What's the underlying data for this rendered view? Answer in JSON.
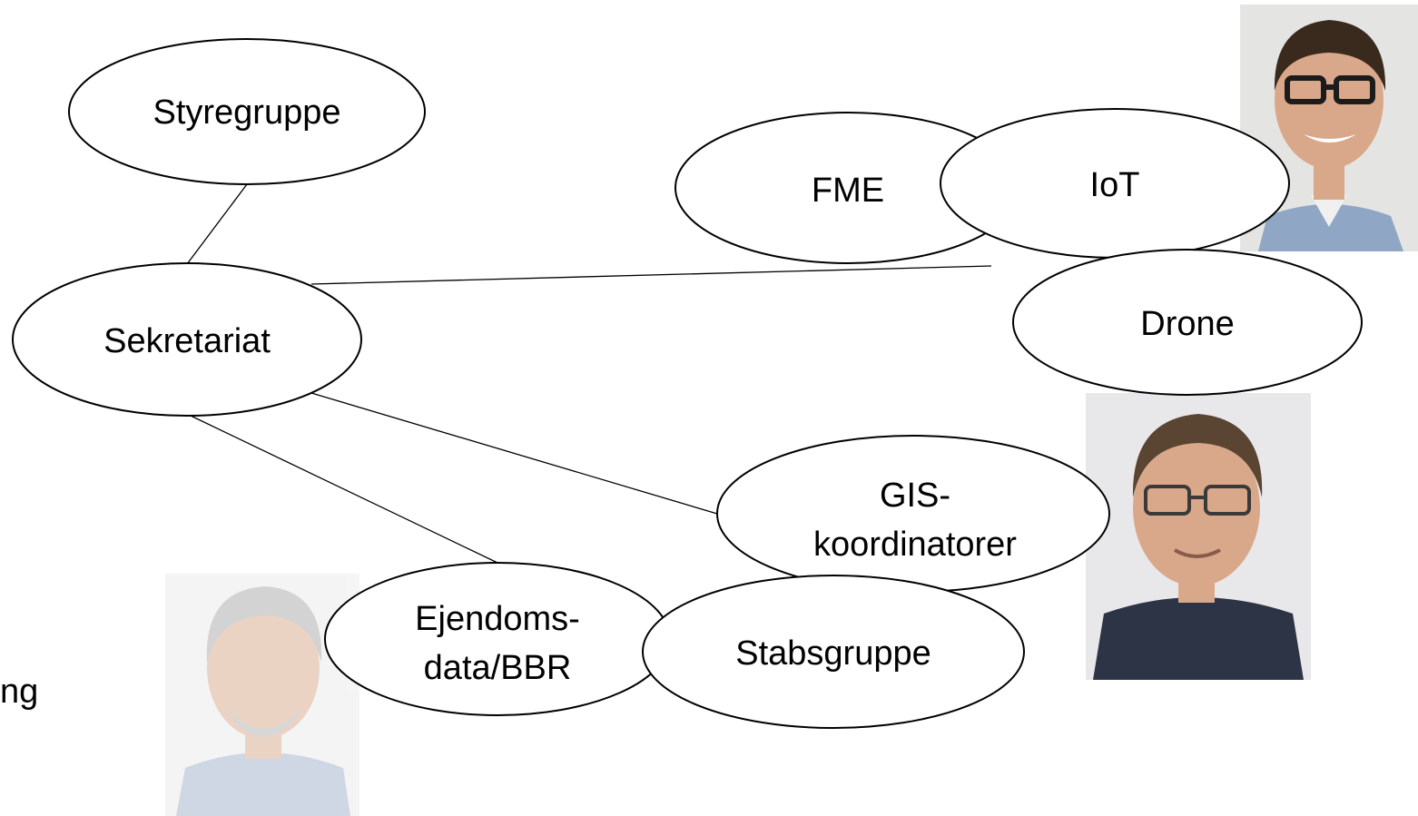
{
  "nodes": {
    "styregruppe": "Styregruppe",
    "sekretariat": "Sekretariat",
    "fme": "FME",
    "iot": "IoT",
    "drone": "Drone",
    "gis_line1": "GIS-",
    "gis_line2": "koordinatorer",
    "ejendoms_line1": "Ejendoms-",
    "ejendoms_line2": "data/BBR",
    "stabsgruppe": "Stabsgruppe"
  },
  "side_text": {
    "fragment": "ng"
  },
  "photos": {
    "top_right": "person-photo-young-man-glasses",
    "middle_right": "person-photo-man-glasses",
    "bottom_left": "person-photo-grey-haired-man-faded"
  }
}
